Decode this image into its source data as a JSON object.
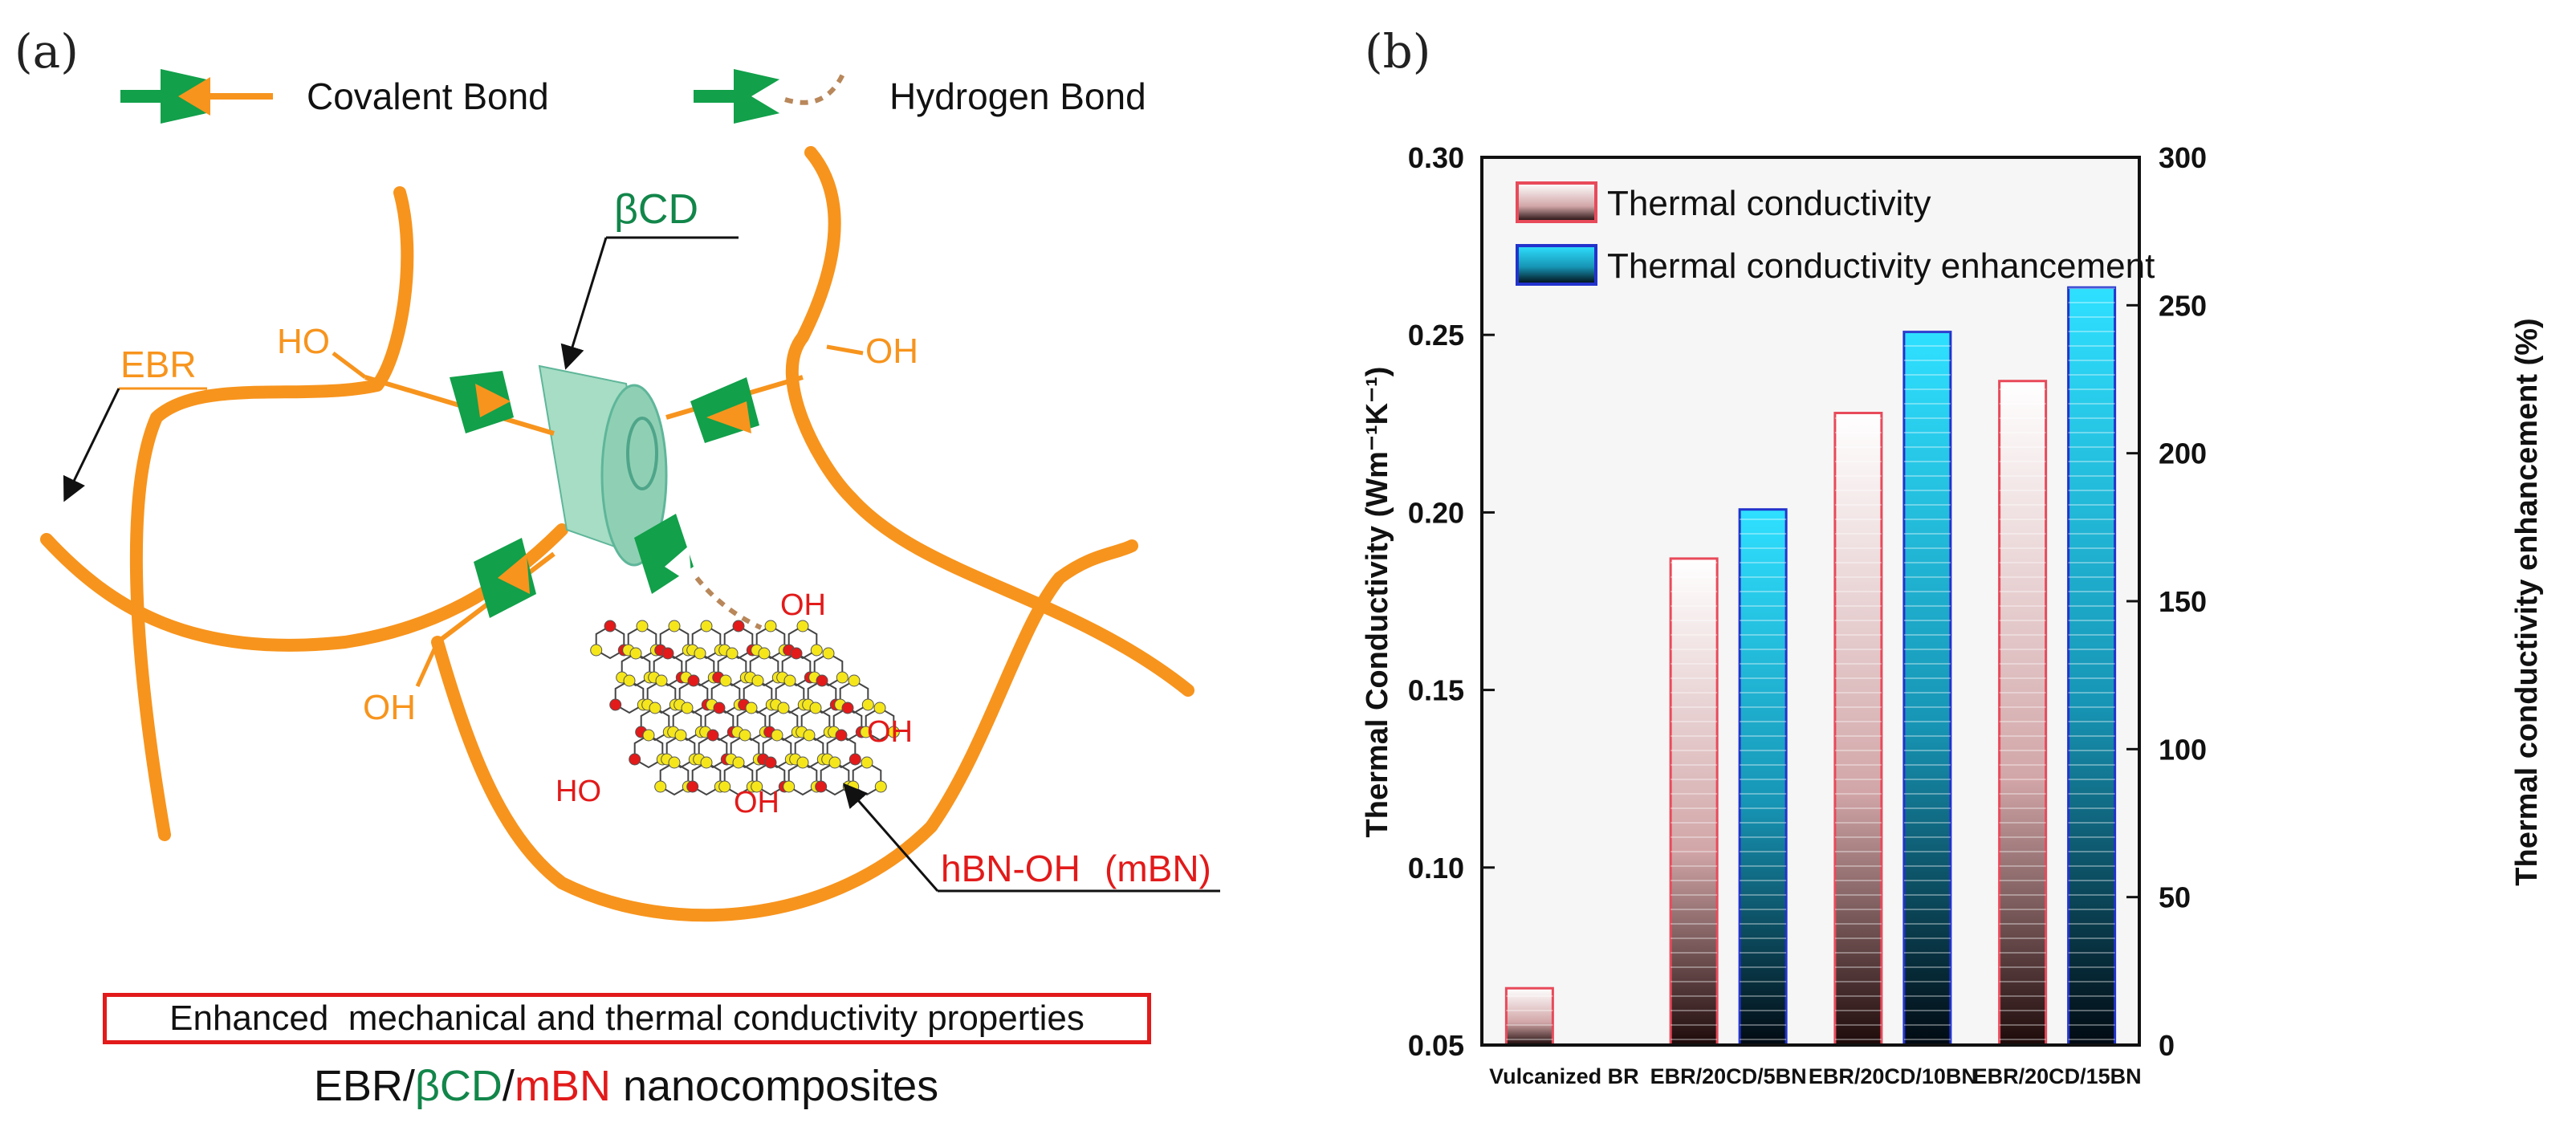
{
  "panel_a": {
    "label": "(a)",
    "legend": {
      "covalent": "Covalent Bond",
      "hydrogen": "Hydrogen Bond"
    },
    "labels": {
      "bcd": "βCD",
      "ebr": "EBR",
      "ho_left": "HO",
      "oh_right": "OH",
      "oh_lower": "OH",
      "oh_top": "OH",
      "oh_mid": "OH",
      "ho_bottom": "HO",
      "oh_bottom": "OH",
      "hbn": "hBN-OH",
      "mbn": "(mBN)"
    },
    "caption": "Enhanced  mechanical and thermal conductivity properties",
    "title": {
      "part1": "EBR/",
      "part2": "βCD",
      "part3": "/",
      "part4": "mBN",
      "part5": " nanocomposites"
    },
    "colors": {
      "chain": "#f7941d",
      "green": "#12a04a",
      "red": "#e21a1a",
      "dark_green": "#12864a",
      "bond": "#b8875a"
    }
  },
  "panel_b": {
    "label": "(b)"
  },
  "chart_data": {
    "type": "bar",
    "categories": [
      "Vulcanized BR",
      "EBR/20CD/5BN",
      "EBR/20CD/10BN",
      "EBR/20CD/15BN"
    ],
    "series": [
      {
        "name": "Thermal conductivity",
        "axis": "left",
        "values": [
          0.066,
          0.187,
          0.228,
          0.237
        ],
        "color": "#e84a5a"
      },
      {
        "name": "Thermal conductivity enhancement",
        "axis": "right",
        "values": [
          null,
          181,
          241,
          256
        ],
        "color": "#1fd3f5"
      }
    ],
    "ylabel": "Thermal Conductivity (Wm⁻¹K⁻¹)",
    "y2label": "Thermal conductivity enhancement  (%)",
    "ylim": [
      0.05,
      0.3
    ],
    "y2lim": [
      0,
      300
    ],
    "yticks": [
      "0.05",
      "0.10",
      "0.15",
      "0.20",
      "0.25",
      "0.30"
    ],
    "y2ticks": [
      "0",
      "50",
      "100",
      "150",
      "200",
      "250",
      "300"
    ],
    "legend_position": "top-left",
    "grid": false
  }
}
